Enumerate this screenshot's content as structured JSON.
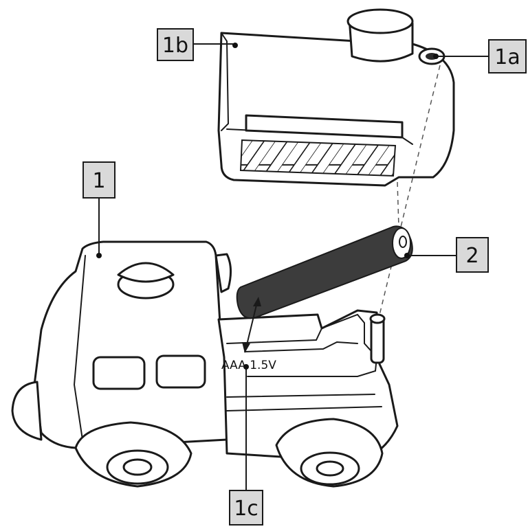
{
  "labels": {
    "l1": "1",
    "l1a": "1a",
    "l1b": "1b",
    "l1c": "1c",
    "l2": "2"
  },
  "battery_marking": "AAA 1.5V",
  "colors": {
    "label_fill": "#d9d9d9",
    "battery_fill": "#3c3c3c",
    "line": "#1a1a1a"
  }
}
